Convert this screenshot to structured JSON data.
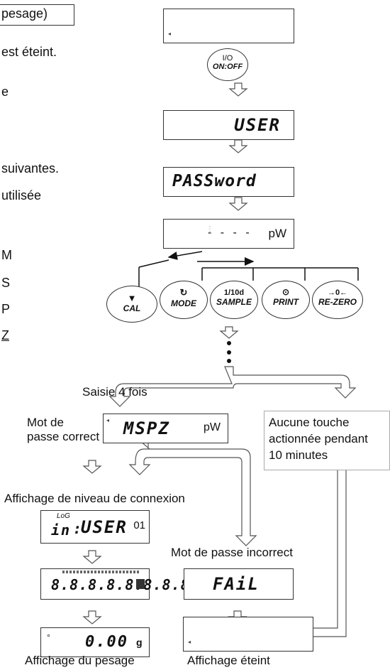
{
  "left_text": {
    "heading_fragment": "pesage)",
    "line1": "est éteint.",
    "line2": "e",
    "line3": "suivantes.",
    "line4": "utilisée",
    "code1": "M",
    "code2": "S",
    "code3": "P",
    "code4": "Z"
  },
  "displays": {
    "user": "USER",
    "password": "PASSword",
    "entry_unit": "pW",
    "correct_value": "MSPZ",
    "correct_unit": "pW",
    "login_prefix_top": "LoG",
    "login_prefix": "in",
    "login_user": "USER",
    "login_level": "01",
    "fail": "FAiL",
    "weight": "0.00",
    "weight_unit": "g"
  },
  "buttons": {
    "onoff_top": "I/O",
    "onoff_label": "ON:OFF",
    "cal": "CAL",
    "mode": "MODE",
    "sample_top": "1/10d",
    "sample": "SAMPLE",
    "print": "PRINT",
    "rezero_top": "→0←",
    "rezero": "RE-ZERO"
  },
  "labels": {
    "saisie": "Saisie 4 fois",
    "mot_de_1": "Mot de",
    "mot_de_2": "passe correct",
    "aucune1": "Aucune touche",
    "aucune2": "actionnée pendant",
    "aucune3": "10 minutes",
    "affichage_niveau": "Affichage de niveau de connexion",
    "incorrect": "Mot de passe incorrect",
    "affichage_pesage": "Affichage du pesage",
    "affichage_eteint": "Affichage éteint"
  }
}
